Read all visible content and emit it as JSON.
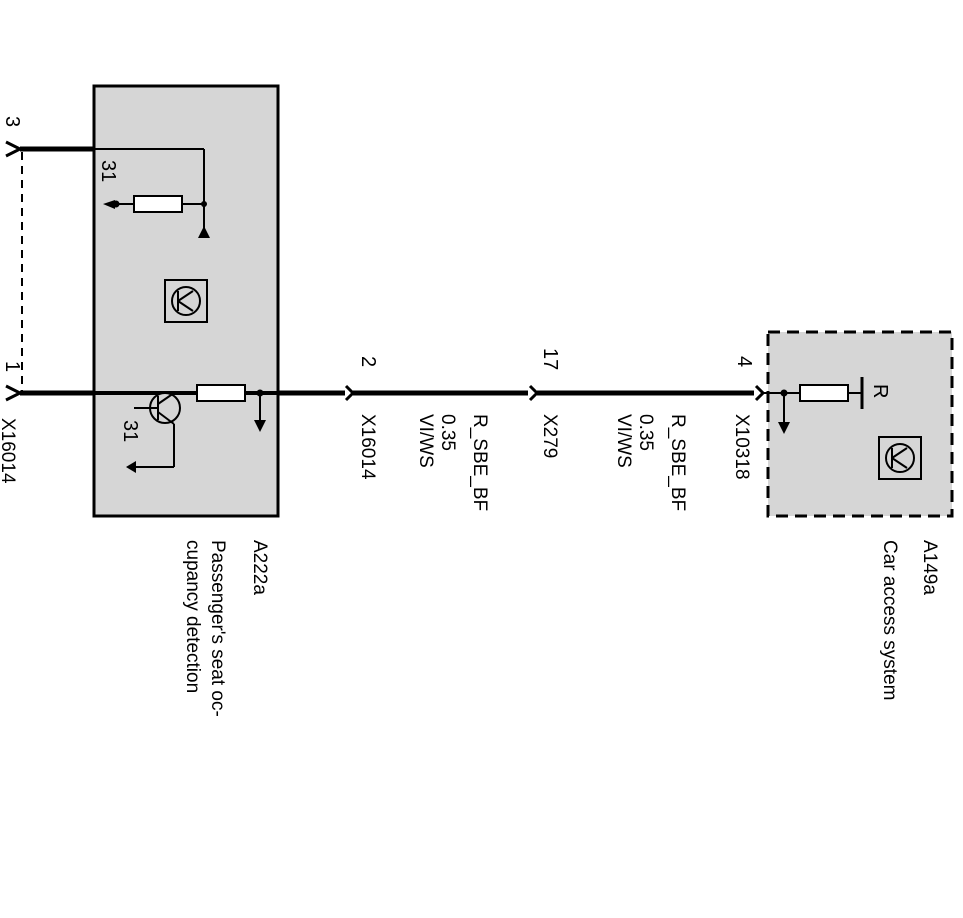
{
  "components": {
    "seat_module": {
      "id": "A222a",
      "name_line1": "Passenger's seat oc-",
      "name_line2": "cupancy detection",
      "ground_label_top": "31",
      "ground_label_bottom": "31",
      "fill": "#d6d6d6"
    },
    "access_module": {
      "id": "A149a",
      "name": "Car access system",
      "pin_label": "R",
      "fill": "#d6d6d6"
    }
  },
  "connectors": {
    "left_top": {
      "pin": "3"
    },
    "left_bottom": {
      "pin": "1",
      "name": "X16014"
    },
    "seat_out": {
      "pin": "2",
      "name": "X16014"
    },
    "mid": {
      "pin": "17",
      "name": "X279"
    },
    "access_in": {
      "pin": "4",
      "name": "X10318"
    }
  },
  "wires": {
    "segment1": {
      "signal": "R_SBE_BF",
      "cross_section": "0.35",
      "color": "VI/WS"
    },
    "segment2": {
      "signal": "R_SBE_BF",
      "cross_section": "0.35",
      "color": "VI/WS"
    }
  }
}
